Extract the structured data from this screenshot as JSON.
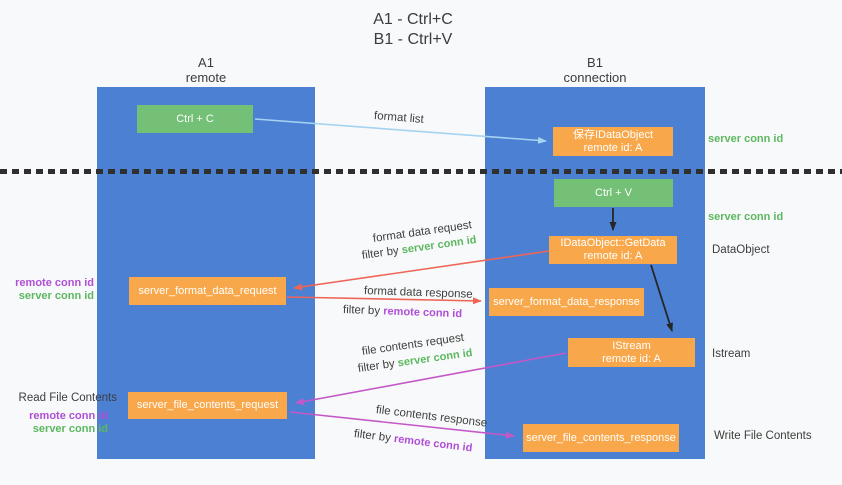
{
  "title": {
    "line1": "A1 - Ctrl+C",
    "line2": "B1 - Ctrl+V"
  },
  "lifelines": {
    "left": {
      "name": "A1",
      "role": "remote"
    },
    "right": {
      "name": "B1",
      "role": "connection"
    }
  },
  "nodes": {
    "ctrl_c": {
      "label": "Ctrl + C"
    },
    "ctrl_v": {
      "label": "Ctrl + V"
    },
    "save_dataobject": {
      "title": "保存IDataObject",
      "subtitle": "remote id: A"
    },
    "getdata": {
      "title": "IDataObject::GetData",
      "subtitle": "remote id: A"
    },
    "istream": {
      "title": "IStream",
      "subtitle": "remote id: A"
    },
    "format_request": {
      "label": "server_format_data_request"
    },
    "format_response": {
      "label": "server_format_data_response"
    },
    "file_request": {
      "label": "server_file_contents_request"
    },
    "file_response": {
      "label": "server_file_contents_response"
    }
  },
  "flows": {
    "format_list": {
      "label": "format list"
    },
    "format_data_request": {
      "label": "format data request",
      "filter_prefix": "filter by",
      "filter_value": "server conn id"
    },
    "format_data_response": {
      "label": "format data response",
      "filter_prefix": "filter by",
      "filter_value": "remote conn id"
    },
    "file_contents_request": {
      "label": "file contents request",
      "filter_prefix": "filter by",
      "filter_value": "server conn id"
    },
    "file_contents_response": {
      "label": "file contents response",
      "filter_prefix": "filter by",
      "filter_value": "remote conn id"
    }
  },
  "annotations": {
    "server_conn_id_top": "server conn id",
    "server_conn_id_mid": "server conn id",
    "dataobject": "DataObject",
    "istream": "Istream",
    "write_file_contents": "Write File Contents",
    "read_file_contents": "Read File Contents",
    "format_remote_conn_id": "remote conn id",
    "format_server_conn_id": "server conn id",
    "file_remote_conn_id": "remote conn id",
    "file_server_conn_id": "server conn id"
  },
  "colors": {
    "lifeline_blue": "#4b80d3",
    "node_green": "#74c076",
    "node_orange": "#f8a84a",
    "text_green": "#5cb860",
    "text_purple": "#b04fd6",
    "arrow_red": "#ee6557",
    "arrow_magenta": "#c558c8",
    "arrow_lightblue": "#a5d3f0",
    "arrow_black": "#262626",
    "text_dark": "#3d3d3d",
    "background": "#f8f9fa"
  }
}
